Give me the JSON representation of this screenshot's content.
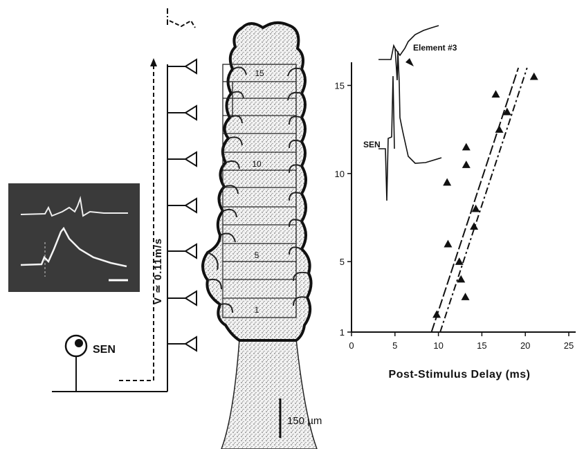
{
  "diagram": {
    "sensory_label": "SEN",
    "velocity_label": "V ≃ 0.11m/s",
    "scale_bar_label": "150 µm",
    "segment_labels": [
      "1",
      "5",
      "10",
      "15"
    ]
  },
  "inset_trace": {
    "sen_label": "SEN",
    "element_label": "Element #3"
  },
  "chart_data": {
    "type": "scatter",
    "title": "",
    "xlabel": "Post-Stimulus Delay (ms)",
    "ylabel": "",
    "xlim": [
      0,
      25
    ],
    "ylim": [
      1,
      16
    ],
    "xticks": [
      0,
      5,
      10,
      15,
      20,
      25
    ],
    "yticks": [
      1,
      5,
      10,
      15
    ],
    "marker": "filled-triangle",
    "points": [
      {
        "x": 9.8,
        "y": 2
      },
      {
        "x": 13.1,
        "y": 3
      },
      {
        "x": 12.6,
        "y": 4
      },
      {
        "x": 12.4,
        "y": 5
      },
      {
        "x": 11.1,
        "y": 6
      },
      {
        "x": 14.1,
        "y": 7
      },
      {
        "x": 14.3,
        "y": 8
      },
      {
        "x": 11.0,
        "y": 9.5
      },
      {
        "x": 13.2,
        "y": 10.5
      },
      {
        "x": 13.2,
        "y": 11.5
      },
      {
        "x": 17.0,
        "y": 12.5
      },
      {
        "x": 17.9,
        "y": 13.5
      },
      {
        "x": 16.6,
        "y": 14.5
      },
      {
        "x": 21.0,
        "y": 15.5
      }
    ],
    "fit_lines": [
      {
        "style": "long-dash",
        "from": [
          9.2,
          1
        ],
        "to": [
          19.2,
          16
        ]
      },
      {
        "style": "dash-dot",
        "from": [
          10.2,
          1
        ],
        "to": [
          20.2,
          16
        ]
      }
    ]
  }
}
